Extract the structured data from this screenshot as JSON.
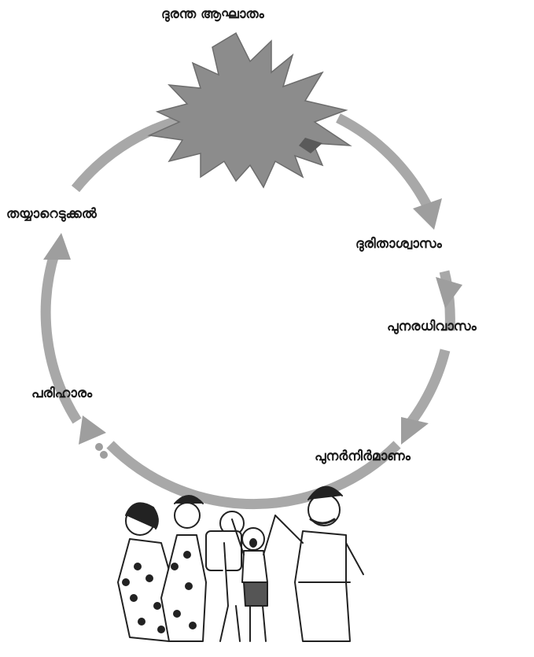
{
  "diagram": {
    "title": "ദുരന്ത ആഘാതം",
    "stages": [
      "ദുരിതാശ്വാസം",
      "പുനരധിവാസം",
      "പുനർനിർമാണം",
      "പരിഹാരം",
      "തയ്യാറെടുക്കൽ"
    ]
  },
  "colors": {
    "cycle_arrow": "#a8a8a8",
    "burst": "#8a8a8a",
    "text": "#1a1a1a"
  },
  "icons": {
    "center_top": "explosion-burst-icon",
    "bottom": "displaced-family-illustration"
  }
}
